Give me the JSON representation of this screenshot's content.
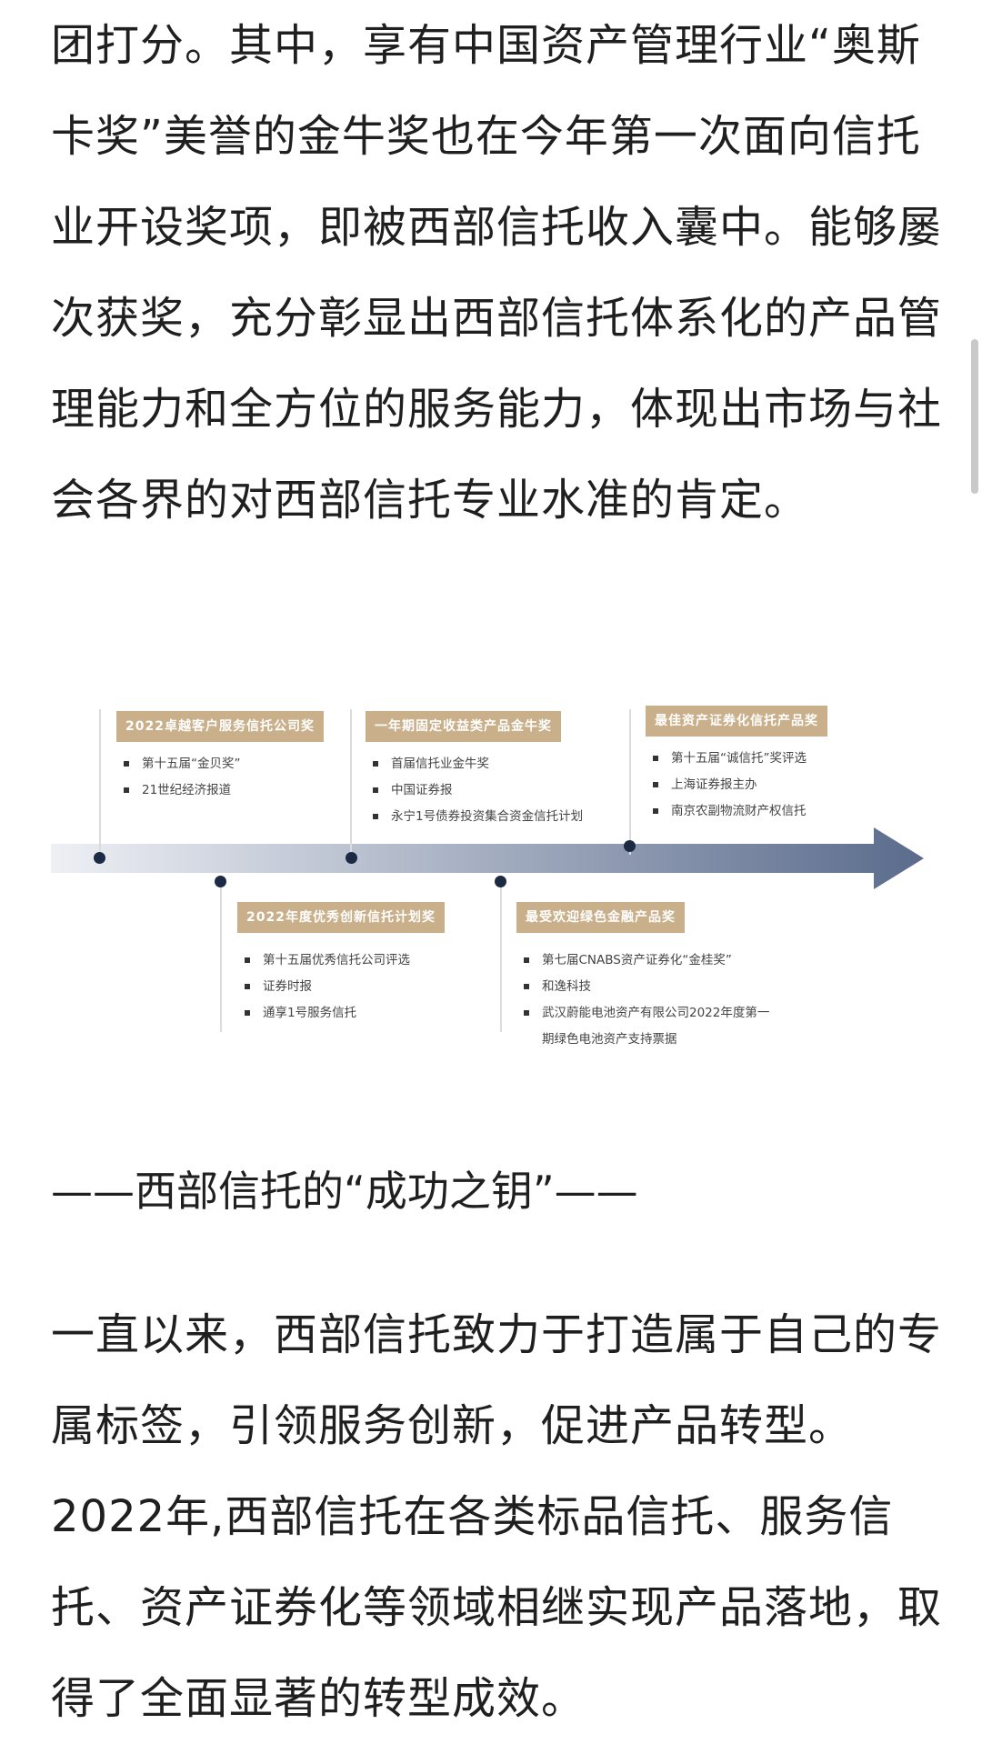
{
  "article": {
    "para1": "团打分。其中，享有中国资产管理行业“奥斯卡奖”美誉的金牛奖也在今年第一次面向信托业开设奖项，即被西部信托收入囊中。能够屡次获奖，充分彰显出西部信托体系化的产品管理能力和全方位的服务能力，体现出市场与社会各界的对西部信托专业水准的肯定。",
    "divider": "——西部信托的“成功之钥”——",
    "para2": "一直以来，西部信托致力于打造属于自己的专属标签，引领服务创新，促进产品转型。2022年,西部信托在各类标品信托、服务信托、资产证券化等领域相继实现产品落地，取得了全面显著的转型成效。"
  },
  "timeline": {
    "awards": [
      {
        "title": "2022卓越客户服务信托公司奖",
        "items": [
          "第十五届“金贝奖”",
          "21世纪经济报道"
        ]
      },
      {
        "title": "一年期固定收益类产品金牛奖",
        "items": [
          "首届信托业金牛奖",
          "中国证券报",
          "永宁1号债券投资集合资金信托计划"
        ]
      },
      {
        "title": "最佳资产证券化信托产品奖",
        "items": [
          "第十五届“诚信托”奖评选",
          "上海证券报主办",
          "南京农副物流财产权信托"
        ]
      },
      {
        "title": "2022年度优秀创新信托计划奖",
        "items": [
          "第十五届优秀信托公司评选",
          "证券时报",
          "通享1号服务信托"
        ]
      },
      {
        "title": "最受欢迎绿色金融产品奖",
        "items": [
          "第七届CNABS资产证券化“金桂奖”",
          "和逸科技",
          "武汉蔚能电池资产有限公司2022年度第一期绿色电池资产支持票据"
        ]
      }
    ],
    "colors": {
      "label_bg": "#c9b08a",
      "arrow_start": "#eef0f5",
      "arrow_end": "#5a6b8c",
      "dot": "#1c2a44"
    }
  }
}
